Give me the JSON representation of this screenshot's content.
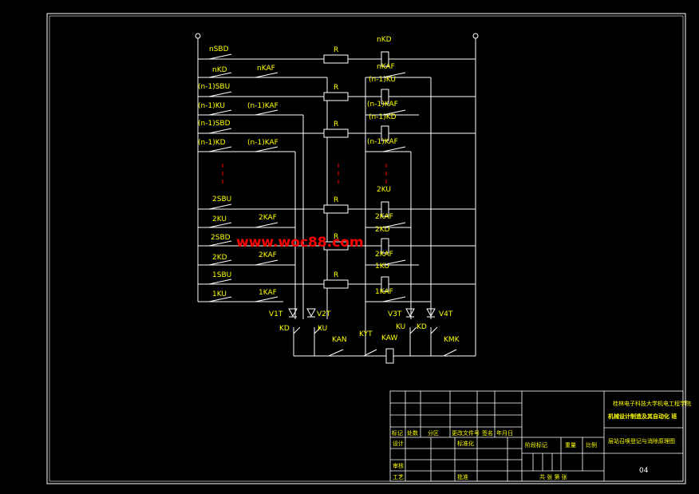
{
  "terminals": {
    "left": "o",
    "right": "o"
  },
  "resistors": [
    "R",
    "R",
    "R",
    "R",
    "R",
    "R"
  ],
  "relay_coils": [
    "nKD",
    "(n-1)KU",
    "(n-1)KD",
    "2KU",
    "2KD",
    "1KU"
  ],
  "relay_contacts_right": [
    "nKAF",
    "(n-1)KAF",
    "(n-1)KAF",
    "2KAF",
    "2KAF",
    "1KAF"
  ],
  "left_buttons": [
    "nSBD",
    "nKD",
    "(n-1)SBU",
    "(n-1)KU",
    "(n-1)SBD",
    "(n-1)KD",
    "2SBU",
    "2KU",
    "2SBD",
    "2KD",
    "1SBU",
    "1KU"
  ],
  "left_contacts": [
    "nKAF",
    "(n-1)KAF",
    "(n-1)KAF",
    "2KAF",
    "2KAF",
    "1KAF"
  ],
  "diodes": [
    "V1T",
    "V2T",
    "V3T",
    "V4T"
  ],
  "bottom_contacts": [
    "KD",
    "KU",
    "KAN",
    "KYT",
    "KAW",
    "KU",
    "KD",
    "KMK"
  ],
  "watermark": "www.woc88.com",
  "title_block": {
    "school": "桂林电子科技大学机电工程学院",
    "project": "机械设计制造及其自动化  班",
    "drawing_title": "层站召唤登记与消除原理图",
    "drawing_no": "04",
    "row_labels": [
      "标记",
      "处数",
      "分区",
      "更改文件号",
      "签名",
      "年月日"
    ],
    "left_labels": [
      "设计",
      "标准化",
      "审核",
      "工艺",
      "批准"
    ],
    "stage_labels": [
      "阶段标记",
      "重量",
      "比例"
    ],
    "sheet_label": "共  张  第  张"
  },
  "colors": {
    "line": "#ffffff",
    "text": "#ffff00",
    "watermark": "#ff0000",
    "marker": "#ff0000"
  }
}
